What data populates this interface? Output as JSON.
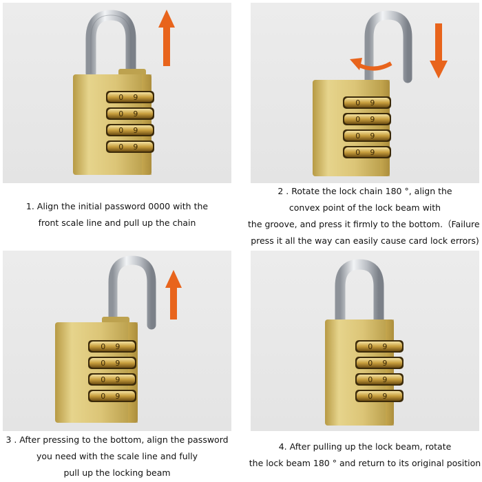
{
  "steps": [
    {
      "lines": [
        "1. Align the initial password 0000 with the",
        "front scale line and pull up the chain"
      ]
    },
    {
      "lines": [
        "2 . Rotate the lock chain 180 °, align the",
        "convex point of the lock beam with",
        "the groove, and press it firmly to the bottom.（Failure to",
        "press it all the way can easily cause card lock errors)"
      ]
    },
    {
      "lines": [
        "3 . After pressing to the bottom, align the password",
        "you need with the scale line and fully",
        "pull up the locking beam"
      ]
    },
    {
      "lines": [
        "4. After pulling up the lock beam, rotate",
        "the lock beam 180 ° and return to its original position"
      ]
    }
  ],
  "dial_digits": [
    "0",
    "9"
  ],
  "colors": {
    "arrow": "#e8641c",
    "brass": "#d8c173",
    "shackle": "#c9ccd1"
  },
  "icons": [
    "padlock-open-icon",
    "up-arrow-icon",
    "down-arrow-icon",
    "rotate-arrow-icon",
    "padlock-closed-icon"
  ]
}
